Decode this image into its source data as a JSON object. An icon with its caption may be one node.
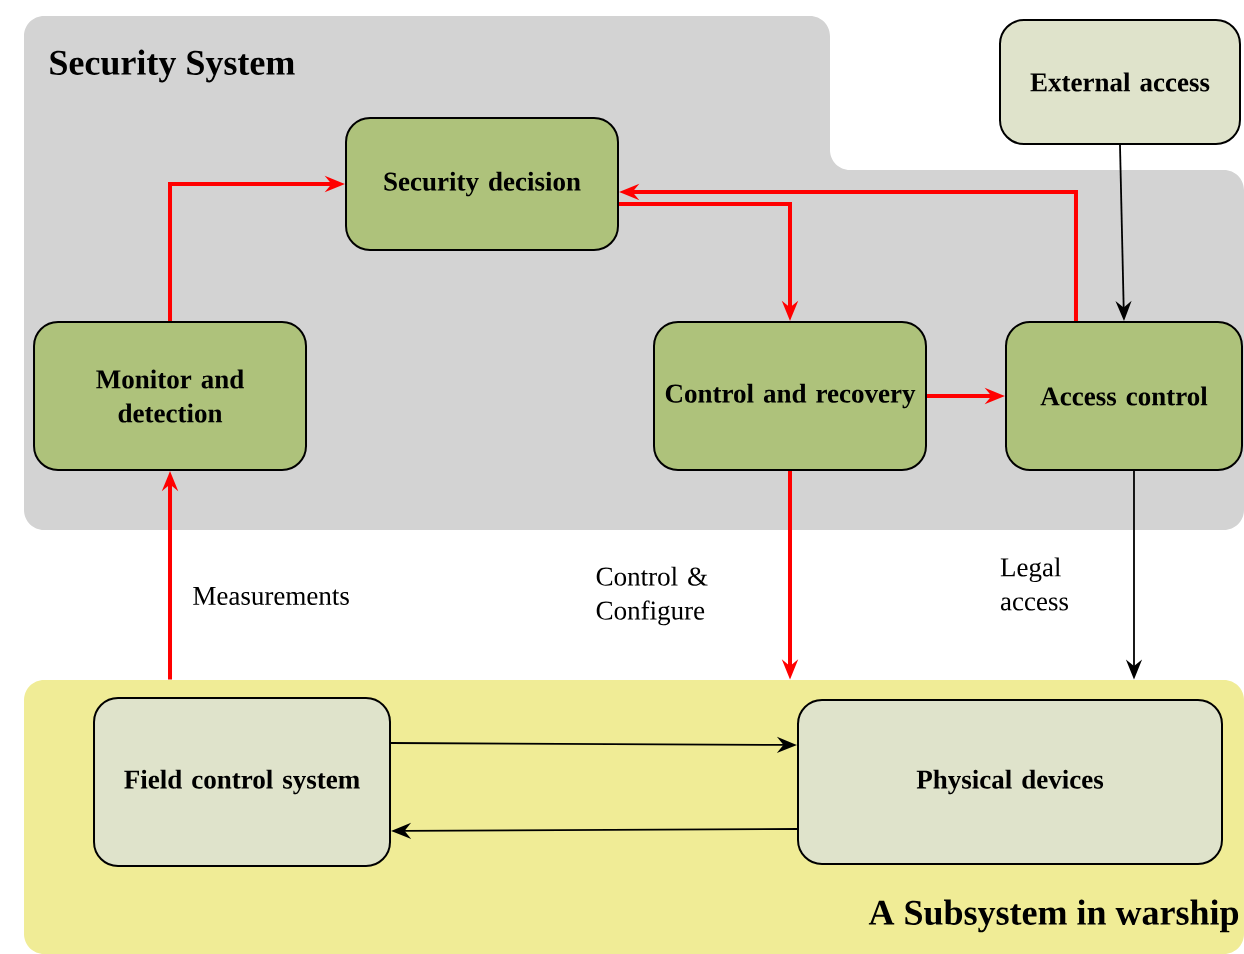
{
  "diagram": {
    "nodes": [
      {
        "text": [
          "Security System"
        ]
      },
      {
        "text": [
          "Security decision"
        ],
        "in": 0
      },
      {
        "text": [
          "Monitor and detection"
        ],
        "in": 0
      },
      {
        "text": [
          "Control and recovery"
        ],
        "in": 0
      },
      {
        "text": [
          "Access control"
        ],
        "in": 0
      },
      {
        "text": [
          "External access"
        ]
      },
      {
        "text": [
          "A Subsystem in warship"
        ]
      },
      {
        "text": [
          "Field control system"
        ],
        "in": 6
      },
      {
        "text": [
          "Physical devices"
        ],
        "in": 6
      }
    ],
    "edges": [
      {
        "from": 2,
        "to": 1,
        "arrow": "to"
      },
      {
        "from": 1,
        "to": 3,
        "arrow": "to"
      },
      {
        "from": 4,
        "to": 1,
        "arrow": "to"
      },
      {
        "from": 3,
        "to": 4,
        "arrow": "to"
      },
      {
        "from": 5,
        "to": 4,
        "arrow": "to",
        "color": "#000000"
      },
      {
        "from": 6,
        "to": 2,
        "arrow": "to",
        "label": "Measurements"
      },
      {
        "from": 3,
        "to": 6,
        "arrow": "to",
        "label": "Control & Configure"
      },
      {
        "from": 4,
        "to": 6,
        "arrow": "to",
        "label": "Legal access",
        "color": "#000000"
      },
      {
        "from": 7,
        "to": 8,
        "arrow": "to",
        "color": "#000000"
      },
      {
        "from": 8,
        "to": 7,
        "arrow": "to",
        "color": "#000000"
      }
    ]
  }
}
